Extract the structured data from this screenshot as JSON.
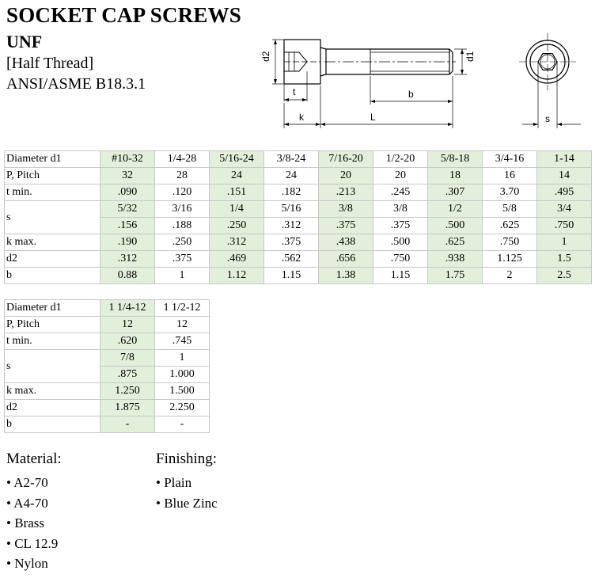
{
  "header": {
    "title": "SOCKET CAP SCREWS",
    "subtitle": "UNF",
    "line1": "[Half Thread]",
    "line2": "ANSI/ASME B18.3.1"
  },
  "drawing": {
    "labels": {
      "d2": "d2",
      "d1": "d1",
      "t": "t",
      "b": "b",
      "k": "k",
      "L": "L",
      "s": "s"
    }
  },
  "table1": {
    "row_labels": [
      "Diameter d1",
      "P, Pitch",
      "t min.",
      "s",
      "k max.",
      "d2",
      "b"
    ],
    "columns": [
      {
        "diameter": "#10-32",
        "pitch": "32",
        "t": ".090",
        "s1": "5/32",
        "s2": ".156",
        "k": ".190",
        "d2": ".312",
        "b": "0.88"
      },
      {
        "diameter": "1/4-28",
        "pitch": "28",
        "t": ".120",
        "s1": "3/16",
        "s2": ".188",
        "k": ".250",
        "d2": ".375",
        "b": "1"
      },
      {
        "diameter": "5/16-24",
        "pitch": "24",
        "t": ".151",
        "s1": "1/4",
        "s2": ".250",
        "k": ".312",
        "d2": ".469",
        "b": "1.12"
      },
      {
        "diameter": "3/8-24",
        "pitch": "24",
        "t": ".182",
        "s1": "5/16",
        "s2": ".312",
        "k": ".375",
        "d2": ".562",
        "b": "1.15"
      },
      {
        "diameter": "7/16-20",
        "pitch": "20",
        "t": ".213",
        "s1": "3/8",
        "s2": ".375",
        "k": ".438",
        "d2": ".656",
        "b": "1.38"
      },
      {
        "diameter": "1/2-20",
        "pitch": "20",
        "t": ".245",
        "s1": "3/8",
        "s2": ".375",
        "k": ".500",
        "d2": ".750",
        "b": "1.15"
      },
      {
        "diameter": "5/8-18",
        "pitch": "18",
        "t": ".307",
        "s1": "1/2",
        "s2": ".500",
        "k": ".625",
        "d2": ".938",
        "b": "1.75"
      },
      {
        "diameter": "3/4-16",
        "pitch": "16",
        "t": "3.70",
        "s1": "5/8",
        "s2": ".625",
        "k": ".750",
        "d2": "1.125",
        "b": "2"
      },
      {
        "diameter": "1-14",
        "pitch": "14",
        "t": ".495",
        "s1": "3/4",
        "s2": ".750",
        "k": "1",
        "d2": "1.5",
        "b": "2.5"
      }
    ]
  },
  "table2": {
    "row_labels": [
      "Diameter d1",
      "P, Pitch",
      "t min.",
      "s",
      "k max.",
      "d2",
      "b"
    ],
    "columns": [
      {
        "diameter": "1 1/4-12",
        "pitch": "12",
        "t": ".620",
        "s1": "7/8",
        "s2": ".875",
        "k": "1.250",
        "d2": "1.875",
        "b": "-"
      },
      {
        "diameter": "1 1/2-12",
        "pitch": "12",
        "t": ".745",
        "s1": "1",
        "s2": "1.000",
        "k": "1.500",
        "d2": "2.250",
        "b": "-"
      }
    ]
  },
  "material": {
    "heading": "Material:",
    "items": [
      "• A2-70",
      "• A4-70",
      "• Brass",
      "• CL 12.9",
      "• Nylon"
    ]
  },
  "finishing": {
    "heading": "Finishing:",
    "items": [
      "• Plain",
      "• Blue Zinc"
    ]
  },
  "colors": {
    "highlight": "#e2efda",
    "border": "#c8c8c8"
  }
}
